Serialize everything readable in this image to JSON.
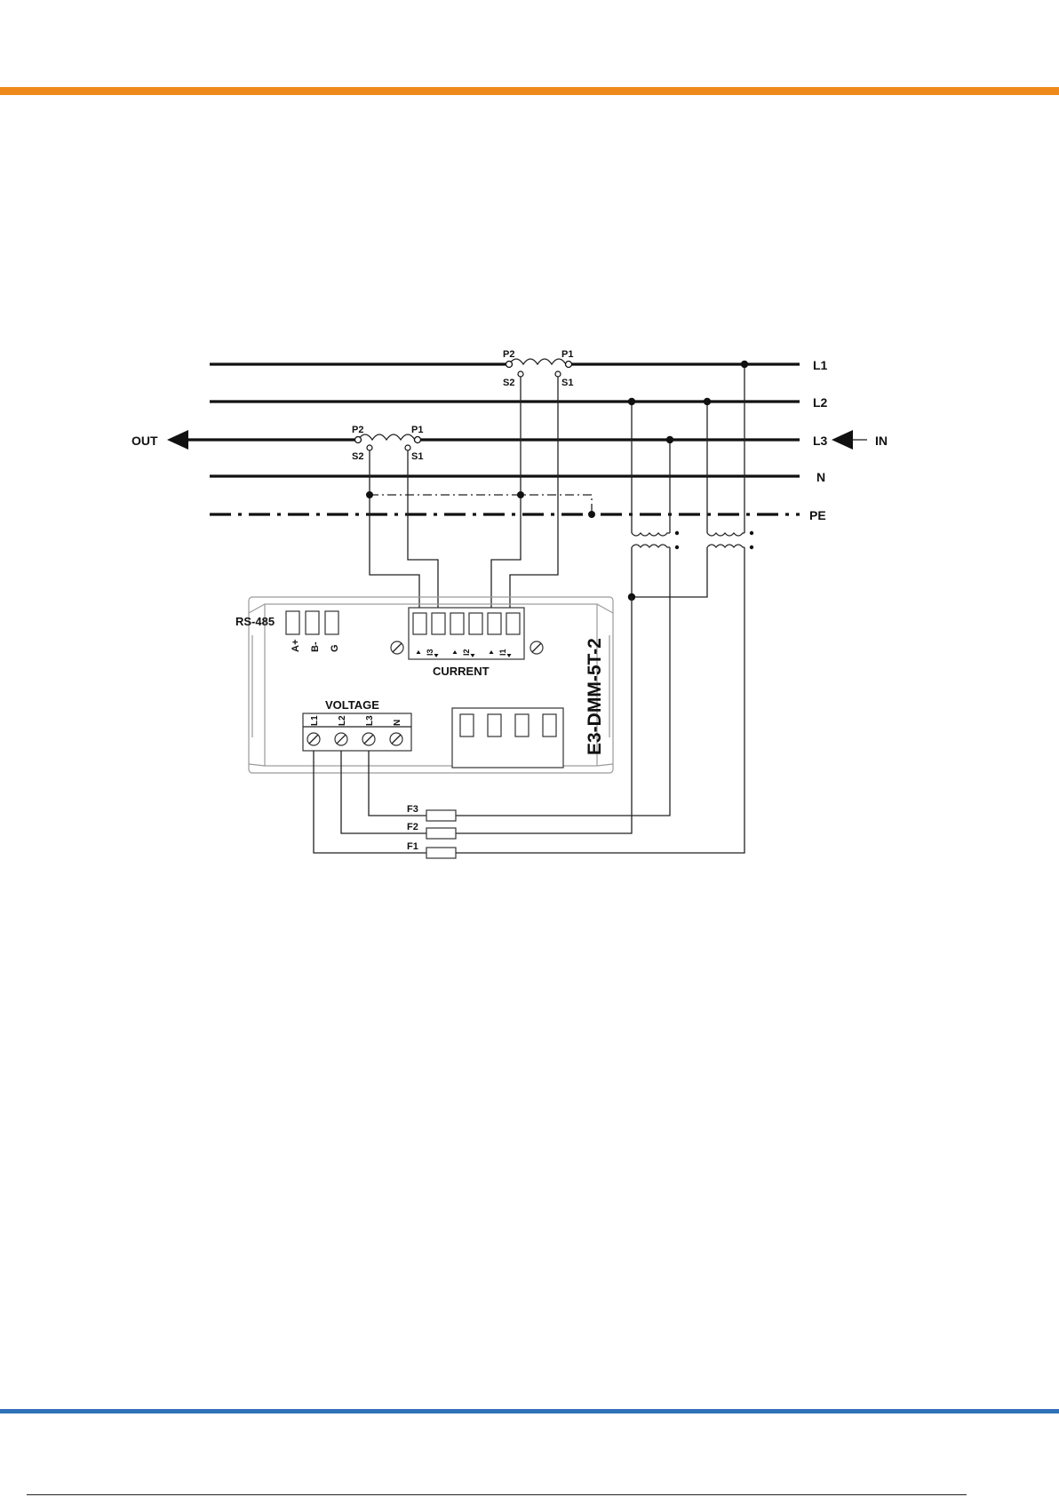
{
  "colors": {
    "accent_top": "#ee8a1c",
    "accent_bottom": "#2f72b8"
  },
  "lines": {
    "l1": "L1",
    "l2": "L2",
    "l3": "L3",
    "n": "N",
    "pe": "PE"
  },
  "flow": {
    "out": "OUT",
    "in": "IN"
  },
  "ct_right": {
    "p2": "P2",
    "p1": "P1",
    "s2": "S2",
    "s1": "S1"
  },
  "ct_left": {
    "p2": "P2",
    "p1": "P1",
    "s2": "S2",
    "s1": "S1"
  },
  "meter": {
    "model": "E3-DMM-5T-2",
    "rs485": {
      "title": "RS-485",
      "terminals": [
        "A+",
        "B-",
        "G"
      ]
    },
    "current": {
      "title": "CURRENT",
      "terminals": [
        "I3",
        "I2",
        "I1"
      ]
    },
    "voltage": {
      "title": "VOLTAGE",
      "terminals": [
        "L1",
        "L2",
        "L3",
        "N"
      ]
    }
  },
  "fuses": {
    "f1": "F1",
    "f2": "F2",
    "f3": "F3"
  }
}
